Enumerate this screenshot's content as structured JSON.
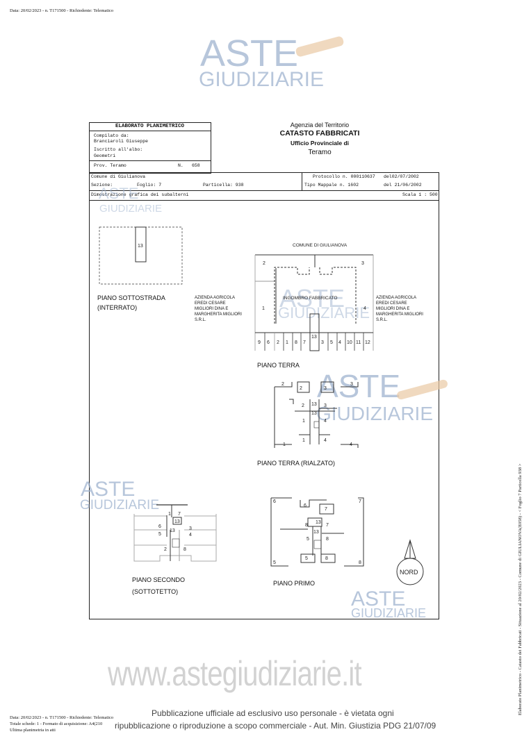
{
  "top_info": "Data: 20/02/2023 - n. T171500 - Richiedente: Telematico",
  "watermark": {
    "line1": "ASTE",
    "line2": "GIUDIZIARIE",
    "site": "www.astegiudiziarie.it",
    "notice1": "Pubblicazione ufficiale ad esclusivo uso personale - è vietata ogni",
    "notice2": "ripubblicazione o riproduzione a scopo commerciale - Aut. Min. Giustizia PDG 21/07/09",
    "color": "#9fb3cf"
  },
  "header": {
    "title": "ELABORATO PLANIMETRICO",
    "compilato_label": "Compilato da:",
    "compilato": "Branciaroli Giuseppe",
    "albo_label": "Iscritto all'albo:",
    "albo": "Geometri",
    "prov": "Prov. Teramo",
    "n_label": "N.",
    "n": "658",
    "agency": "Agenzia del Territorio",
    "catasto": "CATASTO FABBRICATI",
    "ufficio": "Ufficio Provinciale di",
    "citta": "Teramo"
  },
  "info": {
    "comune": "Comune di Giulianova",
    "sezione": "Sezione:",
    "foglio": "Foglio: 7",
    "particella": "Particella: 938",
    "protocollo": "Protocollo n. 000110637",
    "protocollo_del": "del02/07/2002",
    "tipo_mappale": "Tipo Mappale n. 1602",
    "tipo_del": "del 21/06/2002",
    "dimostrazione": "Dimostrazione grafica dei subalterni",
    "scala": "Scala 1 : 500"
  },
  "plans": {
    "sottostrada": {
      "title": "PIANO SOTTOSTRADA",
      "subtitle": "(INTERRATO)",
      "sub": "13"
    },
    "terra": {
      "title": "PIANO TERRA",
      "comune": "COMUNE DI GIULIANOVA",
      "ingombro": "INGOMBRO FABBRICATO",
      "n_left": "1",
      "n_right": "4",
      "n_tl": "2",
      "n_tr": "3",
      "n_13": "13",
      "row": [
        "9",
        "6",
        "2",
        "1",
        "8",
        "7",
        "3",
        "5",
        "4",
        "10",
        "11",
        "12"
      ]
    },
    "confinante": [
      "AZIENDA AGRICOLA",
      "EREDI CESARE",
      "MIGLIORI DINA E",
      "MARGHERITA MIGLIORI",
      "S.R.L."
    ],
    "rialzato": {
      "title": "PIANO TERRA (RIALZATO)",
      "labels": [
        "2",
        "2",
        "3",
        "3",
        "2",
        "13",
        "3",
        "13",
        "1",
        "4",
        "1",
        "4",
        "1",
        "4"
      ]
    },
    "secondo": {
      "title": "PIANO SECONDO",
      "subtitle": "(SOTTOTETTO)",
      "labels": [
        "1",
        "7",
        "13",
        "6",
        "5",
        "13",
        "3",
        "4",
        "2",
        "8"
      ]
    },
    "primo": {
      "title": "PIANO PRIMO",
      "labels": [
        "6",
        "6",
        "7",
        "7",
        "8",
        "13",
        "7",
        "13",
        "5",
        "8",
        "5",
        "5",
        "8",
        "8"
      ]
    },
    "nord": "NORD"
  },
  "footer": {
    "line1": "Data: 20/02/2023 - n. T171500 - Richiedente: Telematico",
    "line2": "Totale schede: 1 - Formato di acquisizione: A4(210",
    "line3": "Ultima planimetria in atti"
  },
  "side_text": "Elaborato Planimetrico - Catasto dei Fabbricati - Situazione al 20/02/2023 - Comune di GIULIANOVA(E058) - < Foglio 7 Particella 938 >"
}
